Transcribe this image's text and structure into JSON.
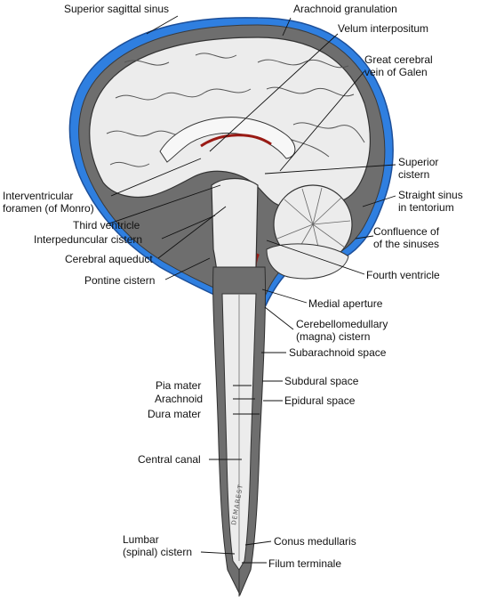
{
  "diagram": {
    "labels": {
      "superior_sagittal_sinus": "Superior sagittal sinus",
      "arachnoid_granulation": "Arachnoid granulation",
      "velum_interpositum": "Velum interpositum",
      "great_cerebral_vein_1": "Great cerebral",
      "great_cerebral_vein_2": "vein of Galen",
      "superior_cistern_1": "Superior",
      "superior_cistern_2": "cistern",
      "interventricular_foramen_1": "Interventricular",
      "interventricular_foramen_2": "foramen (of Monro)",
      "straight_sinus_1": "Straight sinus",
      "straight_sinus_2": "in tentorium",
      "third_ventricle": "Third ventricle",
      "interpeduncular_cistern": "Interpeduncular cistern",
      "confluence_1": "Confluence of",
      "confluence_2": "of the sinuses",
      "cerebral_aqueduct": "Cerebral aqueduct",
      "fourth_ventricle": "Fourth ventricle",
      "pontine_cistern": "Pontine cistern",
      "medial_aperture": "Medial aperture",
      "cerebellomedullary_1": "Cerebellomedullary",
      "cerebellomedullary_2": "(magna) cistern",
      "subarachnoid_space": "Subarachnoid space",
      "pia_mater": "Pia mater",
      "subdural_space": "Subdural space",
      "arachnoid": "Arachnoid",
      "epidural_space": "Epidural space",
      "dura_mater": "Dura mater",
      "central_canal": "Central canal",
      "lumbar_cistern_1": "Lumbar",
      "lumbar_cistern_2": "(spinal) cistern",
      "conus_medullaris": "Conus medullaris",
      "filum_terminale": "Filum terminale"
    },
    "signature": "DEMAREST",
    "colors": {
      "sinus_blue": "#2f7fe0",
      "csf_gray": "#6e6e6e",
      "tissue": "#ececec",
      "choroid_red": "#9a1a14"
    }
  }
}
